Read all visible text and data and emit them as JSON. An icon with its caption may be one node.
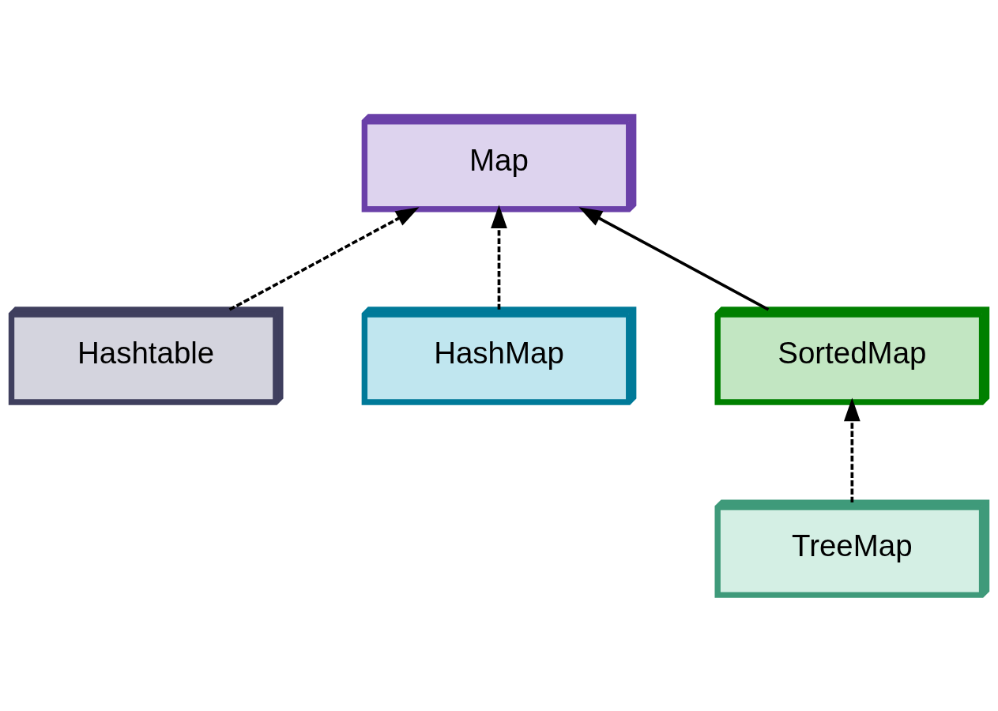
{
  "diagram": {
    "nodes": [
      {
        "text": [
          "Map"
        ]
      },
      {
        "text": [
          "Hashtable"
        ]
      },
      {
        "text": [
          "HashMap"
        ]
      },
      {
        "text": [
          "SortedMap"
        ]
      },
      {
        "text": [
          "TreeMap"
        ]
      }
    ],
    "edges": [
      {
        "from": 1,
        "to": 0,
        "arrow": "to",
        "style": "dashed"
      },
      {
        "from": 2,
        "to": 0,
        "arrow": "to",
        "style": "dashed"
      },
      {
        "from": 3,
        "to": 0,
        "arrow": "to"
      },
      {
        "from": 4,
        "to": 3,
        "arrow": "to",
        "style": "dashed"
      }
    ]
  }
}
